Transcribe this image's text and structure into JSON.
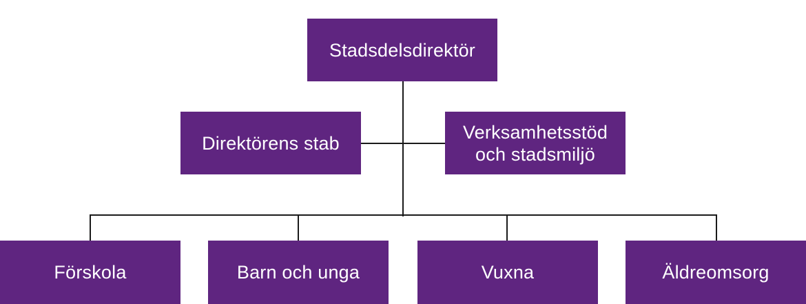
{
  "org_chart": {
    "top": {
      "label": "Stadsdelsdirektör"
    },
    "staff_left": {
      "label": "Direktörens stab"
    },
    "staff_right": {
      "label": "Verksamhetsstöd\noch stadsmiljö"
    },
    "departments": [
      {
        "label": "Förskola"
      },
      {
        "label": "Barn och unga"
      },
      {
        "label": "Vuxna"
      },
      {
        "label": "Äldreomsorg"
      }
    ]
  },
  "colors": {
    "box_fill": "#5f2580",
    "box_text": "#ffffff",
    "connector": "#1a1a1a"
  }
}
